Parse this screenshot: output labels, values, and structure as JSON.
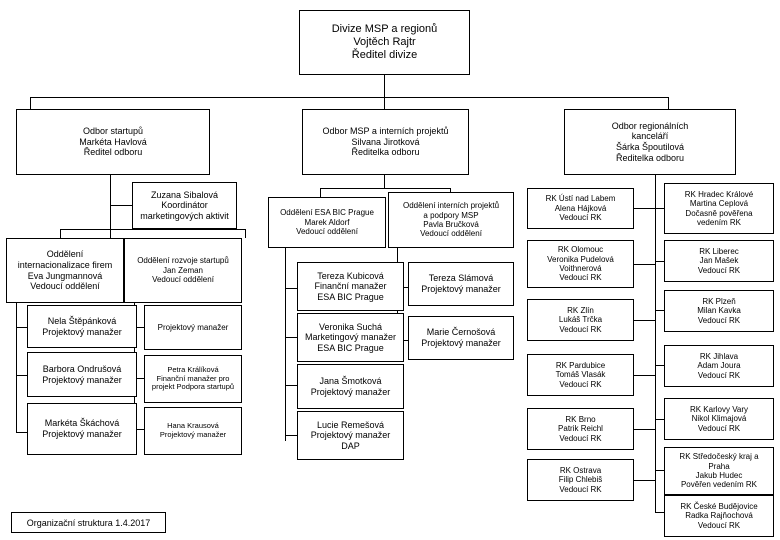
{
  "title": "Organizační struktura 1.4.2017",
  "legend": {
    "label": "Organizační struktura 1.4.2017"
  },
  "root": {
    "unit": "Divize MSP a regionů",
    "person": "Vojtěch Rajtr",
    "role": "Ředitel divize"
  },
  "divisions": {
    "startups": {
      "unit": "Odbor startupů",
      "person": "Markéta Havlová",
      "role": "Ředitel odboru"
    },
    "msp": {
      "unit": "Odbor MSP a interních projektů",
      "person": "Silvana Jirotková",
      "role": "Ředitelka odboru"
    },
    "regional": {
      "unit_l1": "Odbor regionálních",
      "unit_l2": "kanceláří",
      "person": "Šárka Špoutilová",
      "role": "Ředitelka odboru"
    }
  },
  "startups_branch": {
    "coordinator": {
      "person": "Zuzana Sibalová",
      "role_l1": "Koordinátor",
      "role_l2": "marketingových aktivit"
    },
    "dept_internationalization": {
      "unit_l1": "Oddělení",
      "unit_l2": "internacionalizace firem",
      "person": "Eva Jungmannová",
      "role": "Vedoucí oddělení"
    },
    "dept_startup_development": {
      "unit": "Oddělení rozvoje startupů",
      "person": "Jan Zeman",
      "role": "Vedoucí oddělení"
    },
    "internationalization_staff": [
      {
        "person": "Nela Štěpánková",
        "role": "Projektový manažer"
      },
      {
        "person": "Barbora Ondrušová",
        "role": "Projektový manažer"
      },
      {
        "person": "Markéta Škáchová",
        "role": "Projektový manažer"
      }
    ],
    "startup_development_staff": [
      {
        "person": "",
        "role": "Projektový manažer"
      },
      {
        "person": "Petra Králíková",
        "role_l1": "Finanční manažer pro",
        "role_l2": "projekt Podpora startupů"
      },
      {
        "person": "Hana Krausová",
        "role": "Projektový manažer"
      }
    ]
  },
  "msp_branch": {
    "dept_esa": {
      "unit": "Oddělení ESA BIC Prague",
      "person": "Marek Aldorf",
      "role": "Vedoucí oddělení"
    },
    "dept_internal": {
      "unit_l1": "Oddělení interních projektů",
      "unit_l2": "a podpory MSP",
      "person": "Pavla Bručková",
      "role": "Vedoucí oddělení"
    },
    "esa_staff": [
      {
        "person": "Tereza Kubicová",
        "role_l1": "Finanční manažer",
        "role_l2": "ESA BIC Prague"
      },
      {
        "person": "Veronika Suchá",
        "role_l1": "Marketingový manažer",
        "role_l2": "ESA BIC Prague"
      },
      {
        "person": "Jana Šmotková",
        "role_l1": "Projektový manažer",
        "role_l2": ""
      },
      {
        "person": "Lucie Remešová",
        "role_l1": "Projektový manažer",
        "role_l2": "DAP"
      }
    ],
    "internal_staff": [
      {
        "person": "Tereza Slámová",
        "role": "Projektový manažer"
      },
      {
        "person": "Marie Černošová",
        "role": "Projektový manažer"
      }
    ]
  },
  "regional_offices": {
    "left_column": [
      {
        "office": "RK Ústí nad Labem",
        "person": "Alena Hájková",
        "role": "Vedoucí RK"
      },
      {
        "office": "RK Olomouc",
        "person_l1": "Veronika Pudelová",
        "person_l2": "Voithnerová",
        "role": "Vedoucí RK"
      },
      {
        "office": "RK Zlín",
        "person": "Lukáš Trčka",
        "role": "Vedoucí RK"
      },
      {
        "office": "RK Pardubice",
        "person": "Tomáš Vlasák",
        "role": "Vedoucí RK"
      },
      {
        "office": "RK Brno",
        "person": "Patrik Reichl",
        "role": "Vedoucí RK"
      },
      {
        "office": "RK Ostrava",
        "person": "Filip Chlebiš",
        "role": "Vedoucí RK"
      }
    ],
    "right_column": [
      {
        "office": "RK Hradec Králové",
        "person": "Martina Ceplová",
        "role_l1": "Dočasně pověřena",
        "role_l2": "vedením RK"
      },
      {
        "office": "RK Liberec",
        "person": "Jan Mašek",
        "role": "Vedoucí RK"
      },
      {
        "office": "RK Plzeň",
        "person": "Milan Kavka",
        "role": "Vedoucí RK"
      },
      {
        "office": "RK Jihlava",
        "person": "Adam Joura",
        "role": "Vedoucí RK"
      },
      {
        "office": "RK Karlovy Vary",
        "person": "Nikol Klimajová",
        "role": "Vedoucí RK"
      },
      {
        "office_l1": "RK Středočeský kraj a",
        "office_l2": "Praha",
        "person": "Jakub Hudec",
        "role": "Pověřen vedením RK"
      },
      {
        "office": "RK České Budějovice",
        "person": "Radka Rajňochová",
        "role": "Vedoucí RK"
      }
    ]
  }
}
